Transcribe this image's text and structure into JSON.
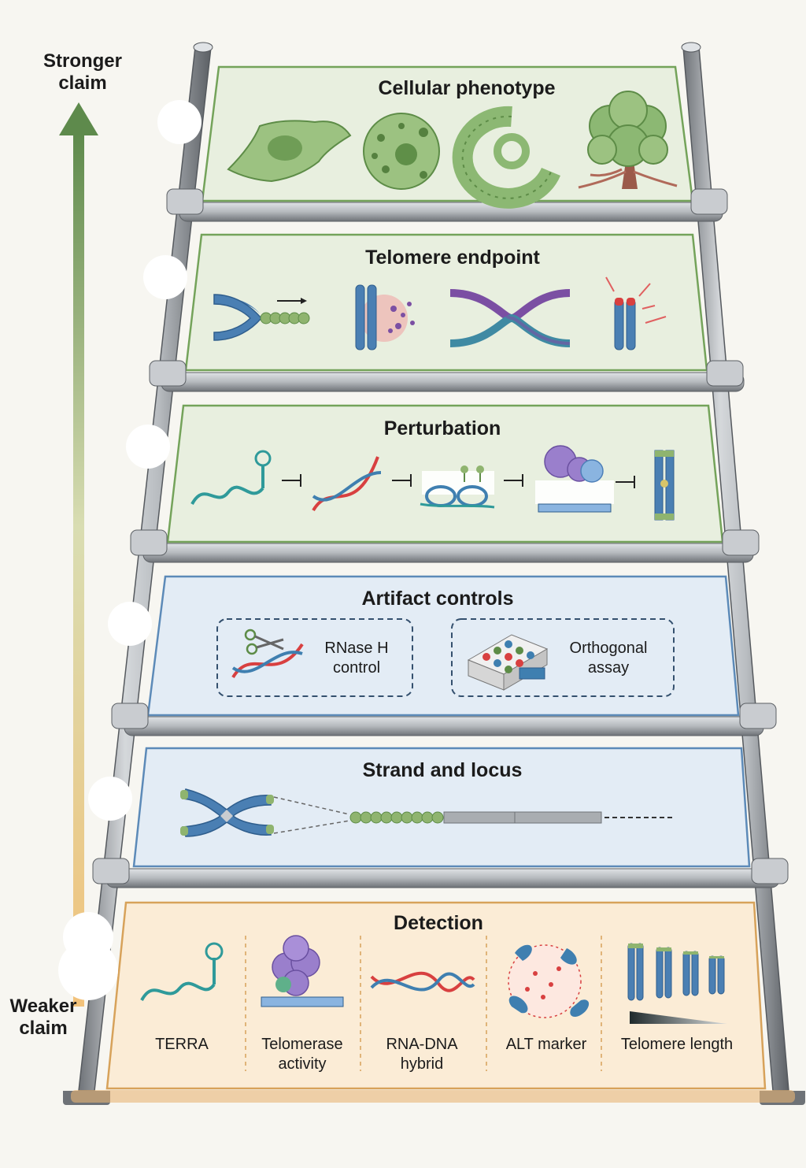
{
  "axis": {
    "top_label": "Stronger\nclaim",
    "bottom_label": "Weaker\nclaim",
    "gradient_colors": [
      "#5e8a4c",
      "#d9ddb2",
      "#f2c27a"
    ]
  },
  "rungs": [
    {
      "title": "Cellular phenotype",
      "fill": "#e8efdf",
      "border": "#74a35a",
      "icons": [
        "fibroblast-cell-icon",
        "senescent-cell-icon",
        "organoid-icon",
        "tumor-tree-icon"
      ]
    },
    {
      "title": "Telomere endpoint",
      "fill": "#e8efdf",
      "border": "#74a35a",
      "icons": [
        "telomere-elongation-icon",
        "dna-damage-chromosome-icon",
        "recombination-crossover-icon",
        "telomere-fusion-chromosome-icon"
      ]
    },
    {
      "title": "Perturbation",
      "fill": "#e8efdf",
      "border": "#74a35a",
      "icons": [
        "terra-rna-icon",
        "rna-dna-hybrid-icon",
        "chromatin-icon",
        "telomerase-complex-icon",
        "chromosome-icon"
      ]
    },
    {
      "title": "Artifact controls",
      "fill": "#e3ecf5",
      "border": "#5c8ab8",
      "controls": [
        {
          "label": "RNase H\ncontrol",
          "icon": "scissors-dna-icon"
        },
        {
          "label": "Orthogonal\nassay",
          "icon": "assay-plate-icon"
        }
      ]
    },
    {
      "title": "Strand and locus",
      "fill": "#e3ecf5",
      "border": "#5c8ab8",
      "icons": [
        "chromosome-icon",
        "telomere-repeat-strand-icon"
      ]
    },
    {
      "title": "Detection",
      "fill": "#fbecd6",
      "border": "#d7a25a",
      "items": [
        {
          "label": "TERRA",
          "icon": "terra-rna-icon"
        },
        {
          "label": "Telomerase\nactivity",
          "icon": "telomerase-complex-icon"
        },
        {
          "label": "RNA-DNA\nhybrid",
          "icon": "rna-dna-hybrid-icon"
        },
        {
          "label": "ALT marker",
          "icon": "alt-body-icon"
        },
        {
          "label": "Telomere length",
          "icon": "chromosome-length-icon"
        }
      ]
    }
  ]
}
